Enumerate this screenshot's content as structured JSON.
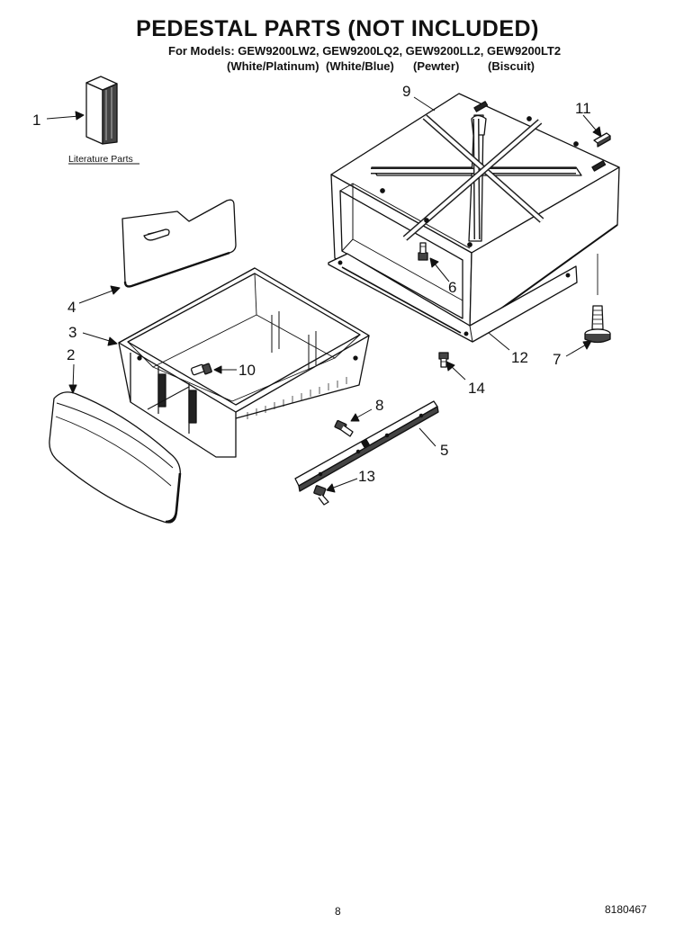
{
  "header": {
    "title": "PEDESTAL PARTS (NOT INCLUDED)",
    "models": "For Models: GEW9200LW2, GEW9200LQ2, GEW9200LL2, GEW9200LT2",
    "colors": [
      "(White/Platinum)",
      "(White/Blue)",
      "(Pewter)",
      "(Biscuit)"
    ]
  },
  "literature_label": "Literature Parts",
  "callouts": [
    "1",
    "2",
    "3",
    "4",
    "5",
    "6",
    "7",
    "8",
    "9",
    "10",
    "11",
    "12",
    "13",
    "14"
  ],
  "footer": {
    "page_number": "8",
    "doc_number": "8180467"
  }
}
